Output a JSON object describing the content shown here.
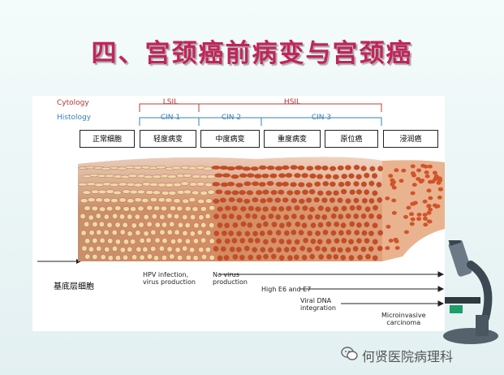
{
  "title": "四、宫颈癌前病变与宫颈癌",
  "cytology_label": "Cytology",
  "histology_label": "Histology",
  "cytology_stages": [
    "LSIL",
    "HSIL"
  ],
  "histology_stages": [
    "CIN 1",
    "CIN 2",
    "CIN 3"
  ],
  "boxes": [
    "正常细胞",
    "轻度病变",
    "中度病变",
    "重度病变",
    "原位癌",
    "浸润癌"
  ],
  "basal_label": "基底层细胞",
  "notes": {
    "hpv": "HPV infection,\nvirus production",
    "novirus": "No virus\nproduction",
    "e6e7": "High E6 and E7",
    "viral": "Viral DNA\nintegration",
    "micro": "Microinvasive\ncarcinoma"
  },
  "footer": "何贤医院病理科",
  "colors": {
    "title": "#c2245a",
    "cytology": "#b03535",
    "histology": "#3a7fb4"
  },
  "icons": [
    "microscope-icon",
    "wechat-icon"
  ]
}
